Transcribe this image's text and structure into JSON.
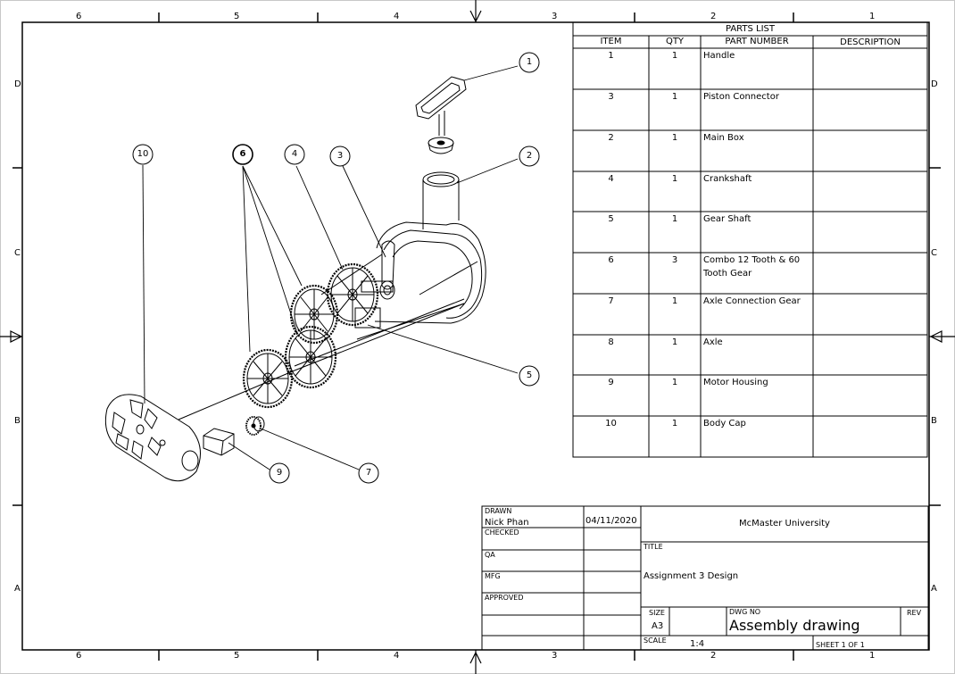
{
  "zone_labels": {
    "columns": [
      "6",
      "5",
      "4",
      "3",
      "2",
      "1"
    ],
    "rows": [
      "D",
      "C",
      "B",
      "A"
    ]
  },
  "parts_list": {
    "title": "PARTS LIST",
    "headers": [
      "ITEM",
      "QTY",
      "PART NUMBER",
      "DESCRIPTION"
    ],
    "rows": [
      {
        "item": "1",
        "qty": "1",
        "part": "Handle",
        "part2": "",
        "desc": ""
      },
      {
        "item": "3",
        "qty": "1",
        "part": "Piston Connector",
        "part2": "",
        "desc": ""
      },
      {
        "item": "2",
        "qty": "1",
        "part": "Main Box",
        "part2": "",
        "desc": ""
      },
      {
        "item": "4",
        "qty": "1",
        "part": "Crankshaft",
        "part2": "",
        "desc": ""
      },
      {
        "item": "5",
        "qty": "1",
        "part": "Gear Shaft",
        "part2": "",
        "desc": ""
      },
      {
        "item": "6",
        "qty": "3",
        "part": "Combo 12 Tooth & 60",
        "part2": "Tooth Gear",
        "desc": ""
      },
      {
        "item": "7",
        "qty": "1",
        "part": "Axle Connection Gear",
        "part2": "",
        "desc": ""
      },
      {
        "item": "8",
        "qty": "1",
        "part": "Axle",
        "part2": "",
        "desc": ""
      },
      {
        "item": "9",
        "qty": "1",
        "part": "Motor Housing",
        "part2": "",
        "desc": ""
      },
      {
        "item": "10",
        "qty": "1",
        "part": "Body Cap",
        "part2": "",
        "desc": ""
      }
    ]
  },
  "balloons": [
    "1",
    "2",
    "3",
    "4",
    "5",
    "6",
    "7",
    "9",
    "10"
  ],
  "title_block": {
    "drawn_label": "DRAWN",
    "drawn_by": "Nick Phan",
    "drawn_date": "04/11/2020",
    "checked_label": "CHECKED",
    "qa_label": "QA",
    "mfg_label": "MFG",
    "approved_label": "APPROVED",
    "company": "McMaster University",
    "title_label": "TITLE",
    "title_value": "Assignment 3 Design",
    "size_label": "SIZE",
    "size_value": "A3",
    "dwg_no_label": "DWG NO",
    "dwg_no_value": "Assembly drawing",
    "rev_label": "REV",
    "scale_label": "SCALE",
    "scale_value": "1:4",
    "sheet_label": "SHEET 1  OF 1"
  }
}
